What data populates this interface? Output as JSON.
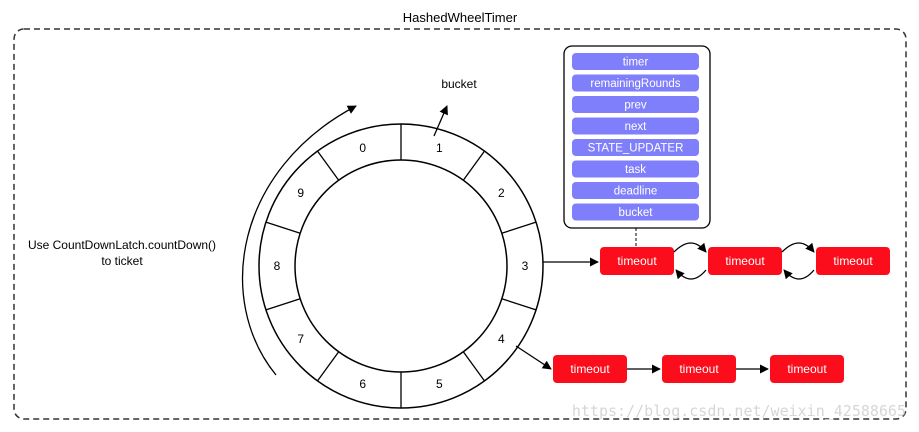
{
  "title": "HashedWheelTimer",
  "bucket_pointer_label": "bucket",
  "side_note_line1": "Use CountDownLatch.countDown()",
  "side_note_line2": "to ticket",
  "wheel_slots": [
    "0",
    "1",
    "2",
    "3",
    "4",
    "5",
    "6",
    "7",
    "8",
    "9"
  ],
  "timeout_fields": [
    "timer",
    "remainingRounds",
    "prev",
    "next",
    "STATE_UPDATER",
    "task",
    "deadline",
    "bucket"
  ],
  "bucket3_chain": [
    "timeout",
    "timeout",
    "timeout"
  ],
  "bucket4_chain": [
    "timeout",
    "timeout",
    "timeout"
  ],
  "watermark": "https://blog.csdn.net/weixin_42588665",
  "colors": {
    "timeout_box": "#fc0d1b",
    "field_box": "#7f7ffc",
    "outline": "#000000",
    "dashed_border": "#333333"
  }
}
